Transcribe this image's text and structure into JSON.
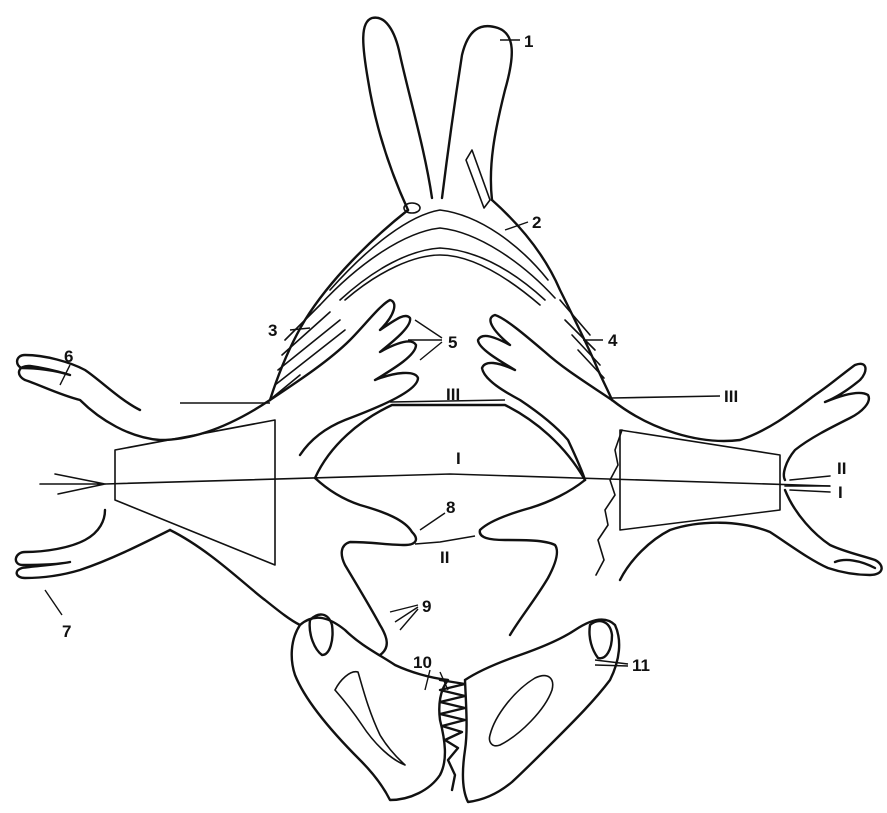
{
  "labels": {
    "l1": "1",
    "l2": "2",
    "l3": "3",
    "l4": "4",
    "l5": "5",
    "l6": "6",
    "l7": "7",
    "l8": "8",
    "l9": "9",
    "l10": "10",
    "l11": "11",
    "axis_I_center": "I",
    "axis_I_right": "I",
    "axis_II_center": "II",
    "axis_II_right": "II",
    "axis_III_left": "III",
    "axis_III_right": "III"
  }
}
